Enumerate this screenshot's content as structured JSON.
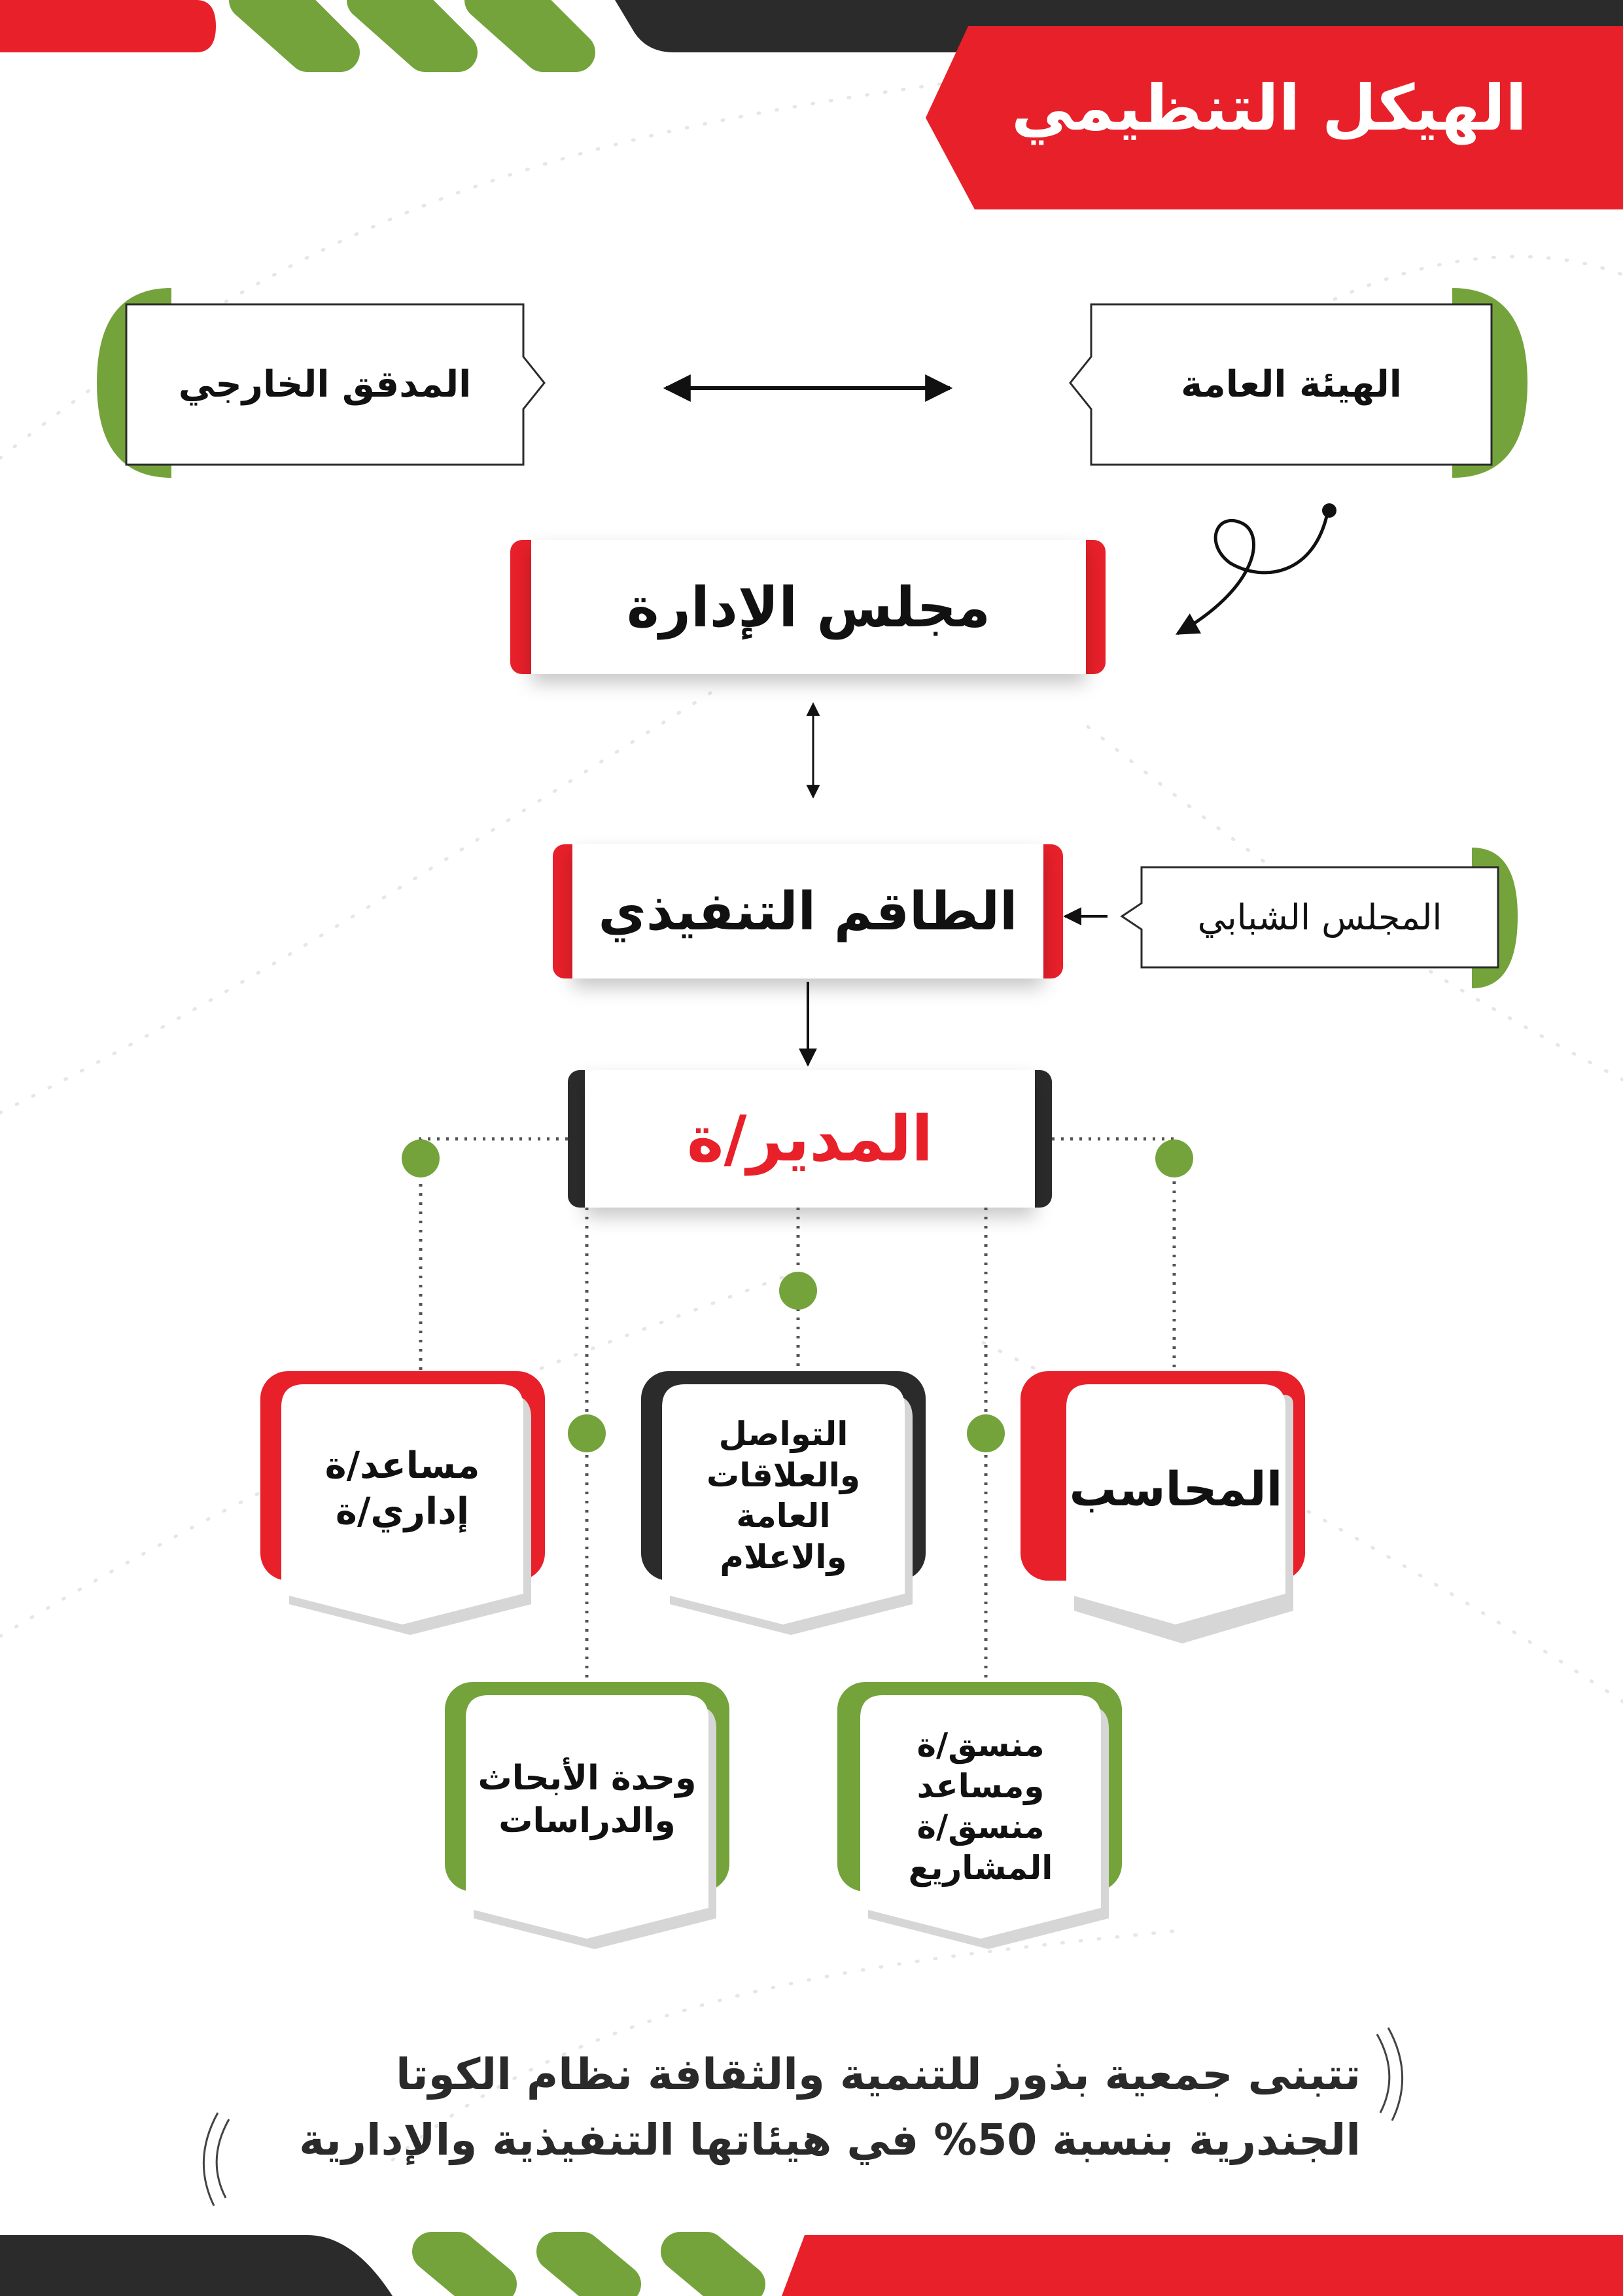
{
  "title": "الهيكل التنظيمي",
  "top_nodes": {
    "general_assembly": "الهيئة العامة",
    "external_auditor": "المدقق الخارجي"
  },
  "board": "مجلس الإدارة",
  "executive_team": "الطاقم التنفيذي",
  "youth_council": "المجلس الشبابي",
  "manager": "المدير/ة",
  "units": {
    "accountant": "المحاسب",
    "communication": "التواصل\nوالعلاقات\nالعامة\nوالاعلام",
    "admin_assistant": "مساعد/ة\nإداري/ة",
    "projects": "منسق/ة\nومساعد\nمنسق/ة\nالمشاريع",
    "research": "وحدة الأبحاث\nوالدراسات"
  },
  "footer": {
    "line1": "تتبنى جمعية بذور للتنمية والثقافة نظام الكوتا",
    "line2": "الجندرية بنسبة 50% في هيئاتها التنفيذية والإدارية"
  },
  "colors": {
    "red": "#e8202a",
    "green": "#74a33c",
    "dark": "#2b2b2b",
    "white": "#ffffff"
  }
}
